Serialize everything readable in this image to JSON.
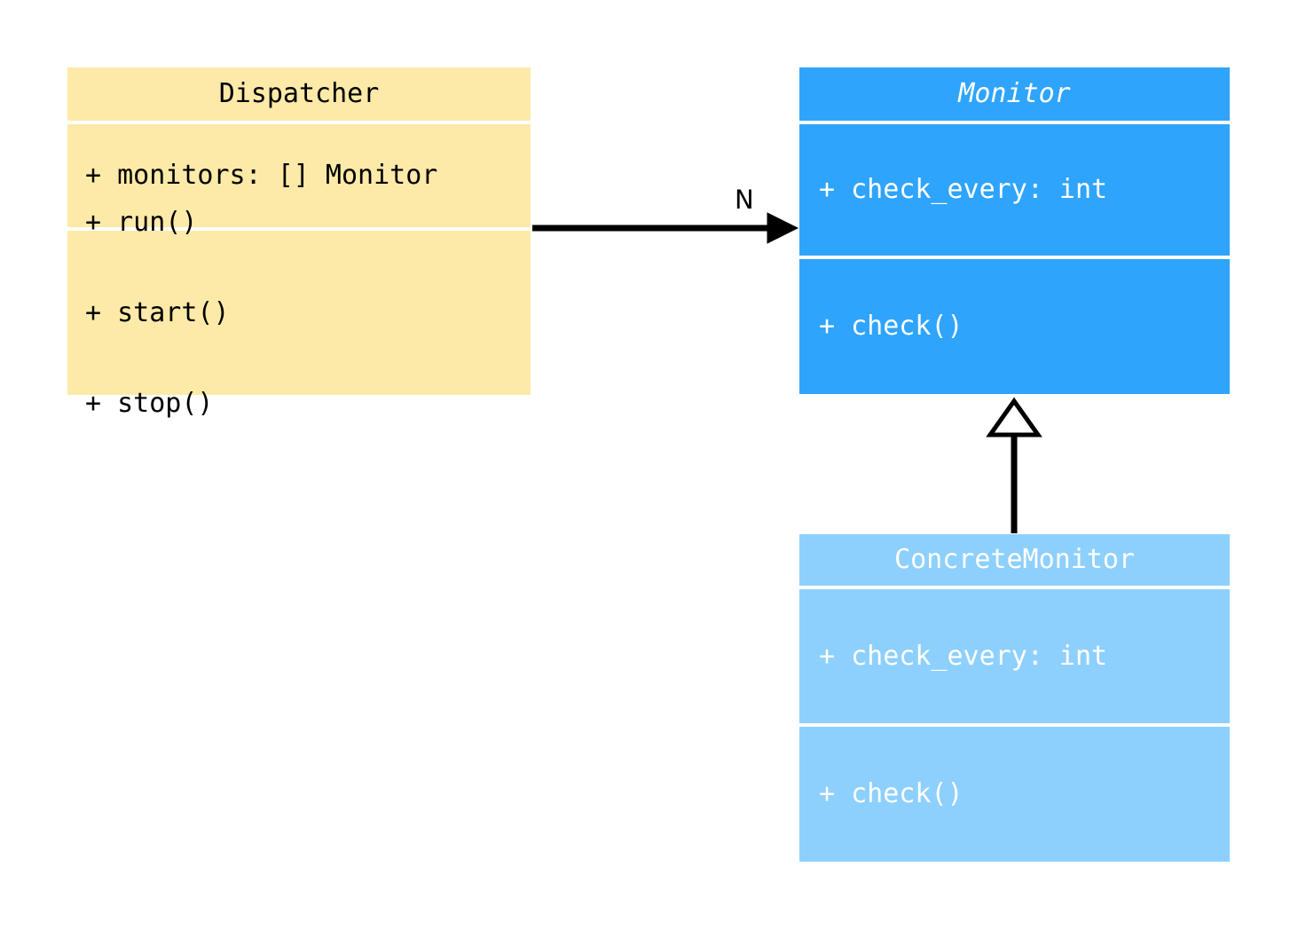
{
  "diagram": {
    "type": "uml-class-diagram",
    "background_color": "#ffffff",
    "classes": [
      {
        "id": "dispatcher",
        "name": "Dispatcher",
        "abstract": false,
        "fill_color": "#fdeaa8",
        "text_color": "#000000",
        "attributes": [
          "+ monitors: [] Monitor"
        ],
        "methods": [
          "+ run()",
          "+ start()",
          "+ stop()"
        ]
      },
      {
        "id": "monitor",
        "name": "Monitor",
        "abstract": true,
        "fill_color": "#2fa4fc",
        "text_color": "#ffffff",
        "attributes": [
          "+ check_every: int"
        ],
        "methods": [
          "+ check()"
        ]
      },
      {
        "id": "concrete_monitor",
        "name": "ConcreteMonitor",
        "abstract": false,
        "fill_color": "#8ed0fd",
        "text_color": "#ffffff",
        "attributes": [
          "+ check_every: int"
        ],
        "methods": [
          "+ check()"
        ]
      }
    ],
    "relationships": [
      {
        "id": "association",
        "kind": "association",
        "from": "Dispatcher",
        "to": "Monitor",
        "arrowhead": "filled-arrow",
        "multiplicity_label": "N",
        "line_color": "#000000"
      },
      {
        "id": "inheritance",
        "kind": "generalization",
        "from": "ConcreteMonitor",
        "to": "Monitor",
        "arrowhead": "hollow-triangle",
        "multiplicity_label": "",
        "line_color": "#000000"
      }
    ]
  }
}
